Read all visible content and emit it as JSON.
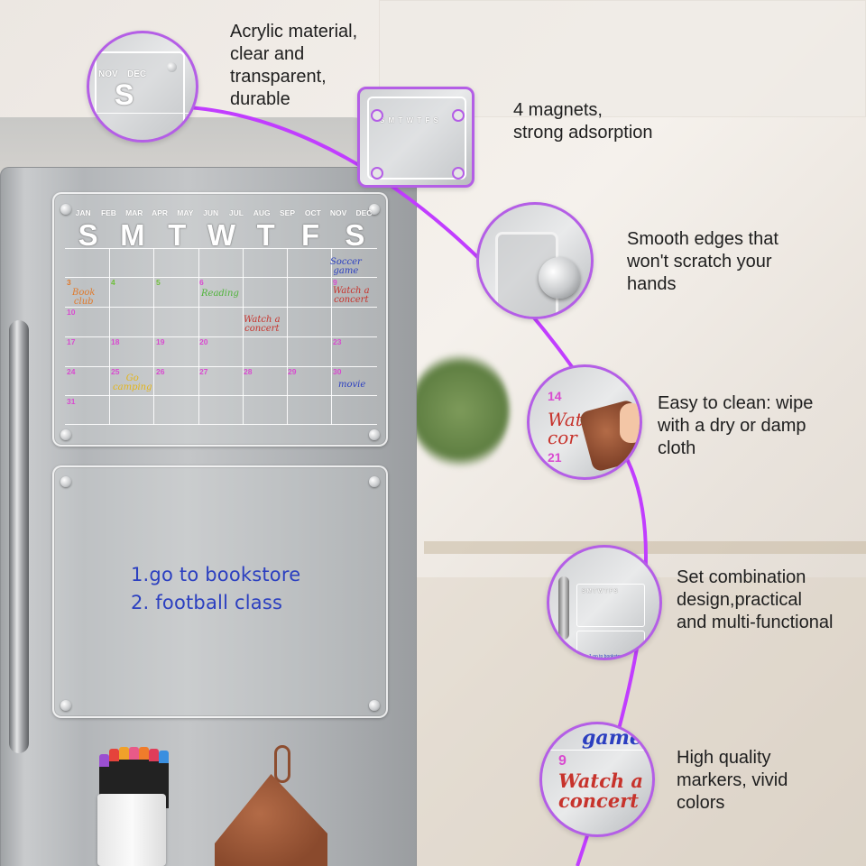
{
  "colors": {
    "accent_arc": "#c13dff",
    "bubble_border": "#b45ee6",
    "day_numbers": "#d94ad0",
    "todo_text": "#2b3fc0"
  },
  "calendar": {
    "months": [
      "JAN",
      "FEB",
      "MAR",
      "APR",
      "MAY",
      "JUN",
      "JUL",
      "AUG",
      "SEP",
      "OCT",
      "NOV",
      "DEC"
    ],
    "weekdays": [
      "S",
      "M",
      "T",
      "W",
      "T",
      "F",
      "S"
    ],
    "day_numbers": [
      "3",
      "4",
      "5",
      "6",
      "9",
      "10",
      "17",
      "18",
      "19",
      "20",
      "23",
      "24",
      "25",
      "26",
      "27",
      "28",
      "29",
      "30",
      "31"
    ],
    "notes": {
      "soccer": "Soccer\ngame",
      "book_club": "Book\nclub",
      "reading": "Reading",
      "watch_concert_1": "Watch a\nconcert",
      "watch_concert_2": "Watch a\nconcert",
      "go_camping": "Go\ncamping",
      "movie": "movie"
    }
  },
  "todo_board": {
    "line1": "1.go to bookstore",
    "line2": "2. football class"
  },
  "features": [
    {
      "label": "Acrylic material,\nclear and\ntransparent,\ndurable",
      "icon": "acrylic-corner-icon",
      "snippet": {
        "m1": "NOV",
        "m2": "DEC",
        "letter": "S"
      }
    },
    {
      "label": "4 magnets,\nstrong adsorption",
      "icon": "magnet-board-icon",
      "snippet": {
        "days": "S M T W T F S"
      }
    },
    {
      "label": "Smooth edges that\nwon't scratch your\nhands",
      "icon": "magnet-button-icon"
    },
    {
      "label": "Easy to clean: wipe\nwith a dry or damp\ncloth",
      "icon": "cleaning-cloth-icon",
      "snippet": {
        "num1": "14",
        "num2": "21",
        "text": "Watc\ncor"
      }
    },
    {
      "label": "Set combination\ndesign,practical\nand multi-functional",
      "icon": "fridge-set-icon",
      "snippet": {
        "days": "S M T W T F S",
        "todo": "1.go to bookstore"
      }
    },
    {
      "label": "High quality\nmarkers, vivid\ncolors",
      "icon": "marker-writing-icon",
      "snippet": {
        "top": "game",
        "num": "9",
        "text": "Watch a\nconcert"
      }
    }
  ]
}
